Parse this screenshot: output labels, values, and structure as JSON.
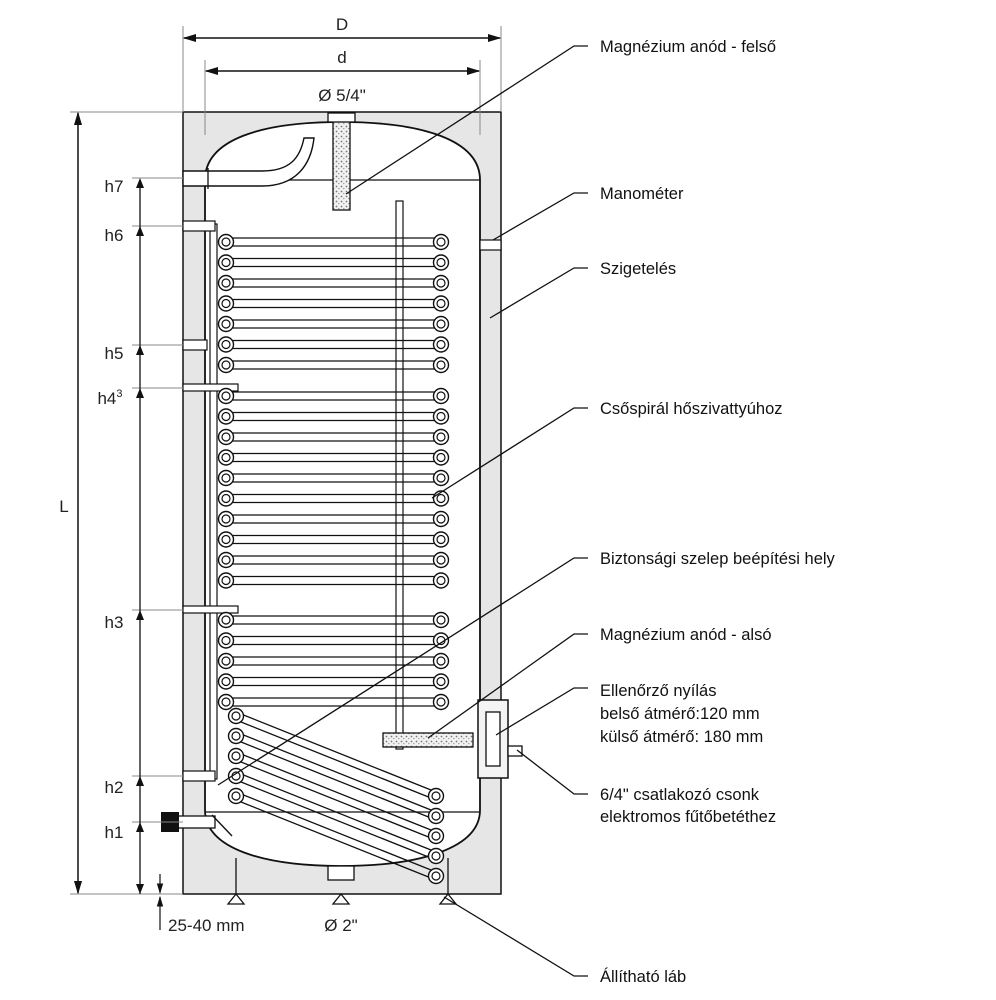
{
  "dimensions": {
    "outer_diameter": "D",
    "inner_diameter": "d",
    "top_connection": "Ø 5/4\"",
    "bottom_connection": "Ø 2\"",
    "length": "L",
    "foot_adjust": "25-40 mm",
    "heights": {
      "h1": "h1",
      "h2": "h2",
      "h3": "h3",
      "h4": "h4",
      "h4_sup": "3",
      "h5": "h5",
      "h6": "h6",
      "h7": "h7"
    }
  },
  "labels": {
    "anode_top": "Magnézium anód - felső",
    "manometer": "Manométer",
    "insulation": "Szigetelés",
    "heat_pump_coil": "Csőspirál hőszivattyúhoz",
    "safety_valve": "Biztonsági szelep beépítési hely",
    "anode_bottom": "Magnézium anód - alsó",
    "inspection_1": "Ellenőrző nyílás",
    "inspection_2": "belső átmérő:120 mm",
    "inspection_3": "külső átmérő: 180 mm",
    "heater_socket_1": "6/4\" csatlakozó csonk",
    "heater_socket_2": "elektromos fűtőbetéthez",
    "adjustable_foot": "Állítható láb"
  },
  "colors": {
    "insulation": "#e6e6e6",
    "outline": "#111111",
    "tank": "#ffffff"
  }
}
